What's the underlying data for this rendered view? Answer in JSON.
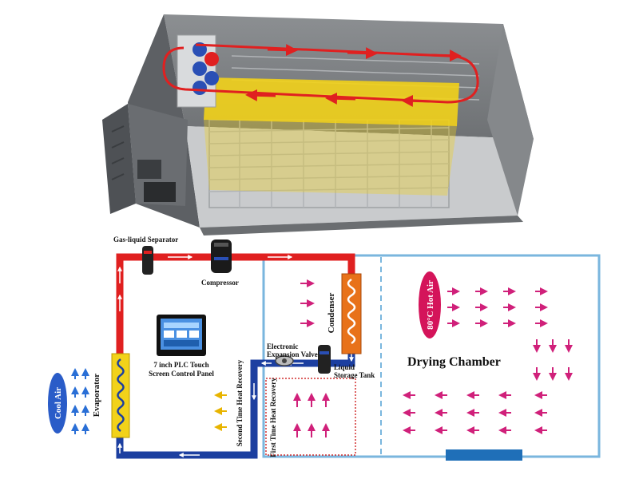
{
  "labels": {
    "gas_liquid_separator": "Gas-liquid Separator",
    "compressor": "Compressor",
    "condenser": "Condenser",
    "hot_air": "80°C Hot Air",
    "drying_chamber": "Drying Chamber",
    "plc_line1": "7 inch PLC Touch",
    "plc_line2": "Screen Control Panel",
    "electronic_valve_line1": "Electronic",
    "electronic_valve_line2": "Expansion Valve",
    "liquid_tank_line1": "Liquid",
    "liquid_tank_line2": "Storage Tank",
    "evaporator": "Evaporator",
    "cool_air": "Cool Air",
    "second_heat_recovery": "Second Time Heat Recovery",
    "first_heat_recovery": "First Time Heat Recovery"
  },
  "colors": {
    "hot_pipe": "#e02020",
    "cold_pipe": "#1c3fa0",
    "chamber_outline": "#7ab6de",
    "air_arrow": "#d0207a",
    "warm_arrow": "#e8b400",
    "cool_arrow": "#2a6fd6",
    "oval_fill": "#d4145a",
    "cool_oval_fill": "#2a5cc8",
    "coil_yellow": "#f2d21a",
    "condenser_orange": "#e8721a"
  },
  "icons": {
    "compressor": "compressor-icon",
    "separator": "separator-icon",
    "tank": "tank-icon",
    "valve": "valve-icon",
    "panel": "touch-panel-icon"
  }
}
